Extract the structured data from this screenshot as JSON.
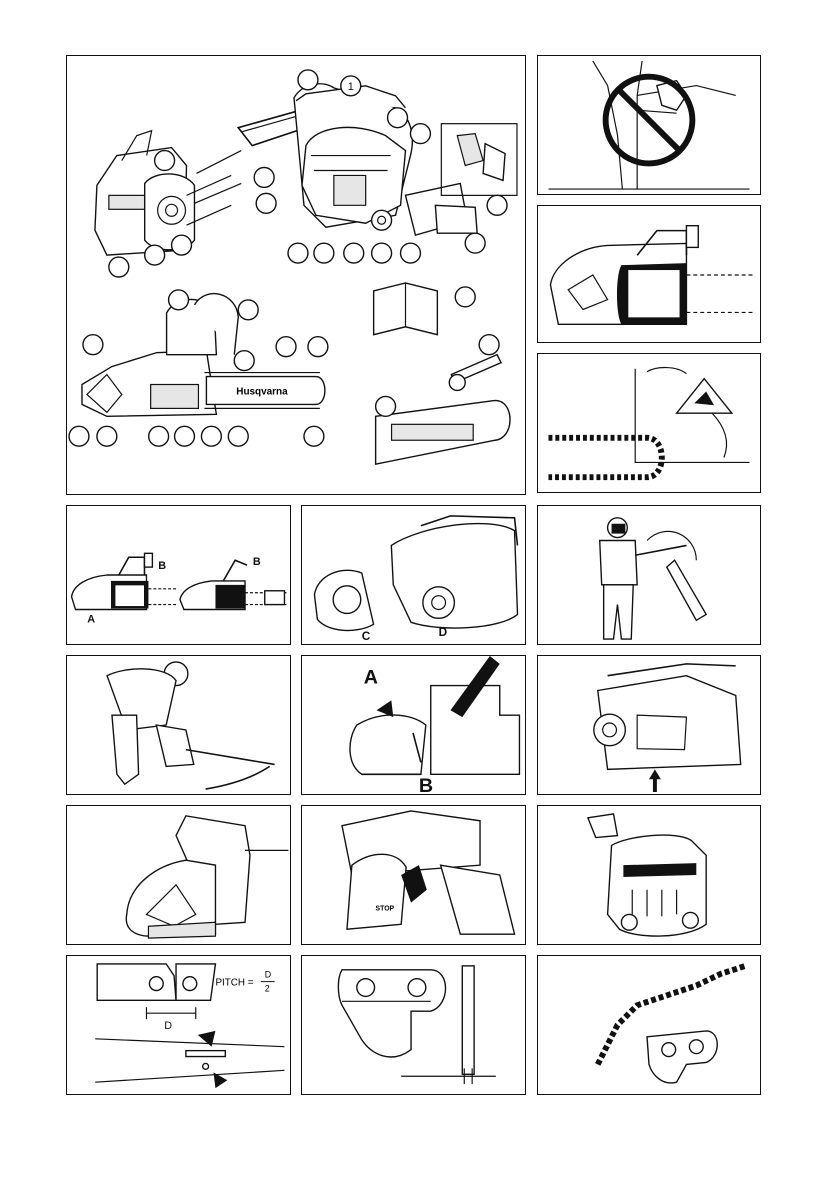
{
  "overview": {
    "callout_one": "1",
    "brand": "Husqvarna"
  },
  "panel_b": {
    "label_a": "A",
    "label_b": "B",
    "label_b2": "B"
  },
  "panel_c": {
    "label_c": "C",
    "label_d": "D"
  },
  "panel_d": {
    "label_a": "A",
    "label_b": "B"
  },
  "panel_pitch": {
    "pitch_word": "PITCH =",
    "pitch_num": "D",
    "pitch_den": "2",
    "d_label": "D"
  },
  "stop_text": "STOP"
}
